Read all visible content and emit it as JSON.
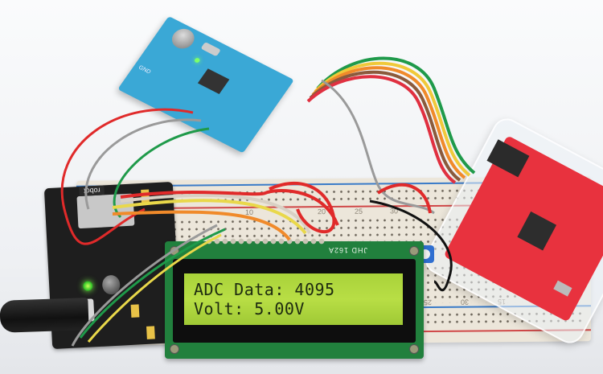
{
  "scene": {
    "description": "Breadboard prototype with blue MCU module, 16x2 LCD and red programmer",
    "colors": {
      "background": "#f4f5f7",
      "breadboard": "#ece6da",
      "lcd_pcb": "#21803d",
      "lcd_backlight": "#b8de45",
      "mcu_board": "#3aa8d6",
      "programmer_pcb": "#e8323e",
      "power_module": "#1e1e1e",
      "power_led": "#37c62b"
    }
  },
  "lcd": {
    "model_label": "JHD 162A",
    "line1": "ADC Data: 4095",
    "line2": "Volt: 5.00V"
  },
  "mcu_board": {
    "pin_label": "GND"
  },
  "power_module": {
    "brand_label": "robot"
  },
  "breadboard": {
    "row_numbers_top": [
      "10",
      "20",
      "25",
      "30"
    ],
    "row_numbers_bottom": [
      "25",
      "30",
      "15"
    ]
  },
  "wires": {
    "ribbon_colors": [
      "#1f9a4a",
      "#f0c93a",
      "#f08a2a",
      "#8b5a3c",
      "#e03040"
    ],
    "jumper_colors": [
      "#e02a2a",
      "#1f9a4a",
      "#e9d84a",
      "#9a9a9a",
      "#f08a2a",
      "#111111"
    ]
  }
}
